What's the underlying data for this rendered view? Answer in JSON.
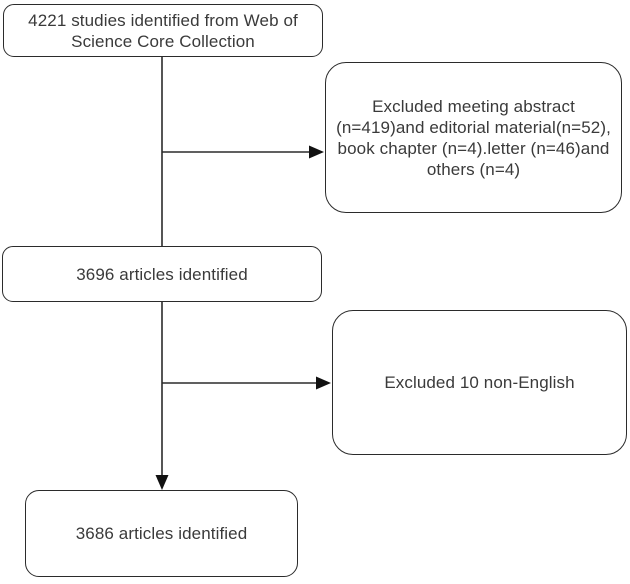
{
  "diagram": {
    "type": "flowchart",
    "colors": {
      "background": "#ffffff",
      "box_border": "#2b2b2b",
      "connector": "#2b2b2b",
      "text": "#3a3a3a"
    },
    "nodes": {
      "studies_identified": {
        "text": "4221 studies identified from Web of\nScience Core Collection"
      },
      "excluded_first": {
        "text": "Excluded meeting abstract\n(n=419)and editorial material(n=52),\nbook chapter (n=4).letter (n=46)and\nothers (n=4)"
      },
      "articles_identified_first": {
        "text": "3696 articles identified"
      },
      "excluded_second": {
        "text": "Excluded 10 non-English"
      },
      "articles_identified_second": {
        "text": "3686 articles identified"
      }
    }
  }
}
